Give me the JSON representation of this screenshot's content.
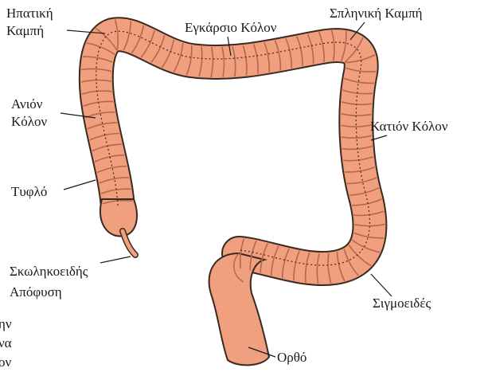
{
  "diagram": {
    "colors": {
      "tissue": "#f0a07e",
      "tissue_dark": "#b8664a",
      "outline": "#3a2a22",
      "leader": "#1a1a1a"
    },
    "labels": {
      "hepatic_flexure_line1": "Ηπατική",
      "hepatic_flexure_line2": "Καμπή",
      "transverse_colon": "Εγκάρσιο Κόλον",
      "splenic_flexure": "Σπληνική Καμπή",
      "ascending_colon_line1": "Ανιόν",
      "ascending_colon_line2": "Κόλον",
      "descending_colon": "Κατιόν Κόλον",
      "cecum": "Τυφλό",
      "appendix_line1": "Σκωληκοειδής",
      "appendix_line2": "Απόφυση",
      "sigmoid": "Σιγμοειδές",
      "rectum": "Ορθό"
    },
    "cropped_text": {
      "line1": "ην",
      "line2": "να",
      "line3": "ον"
    }
  }
}
